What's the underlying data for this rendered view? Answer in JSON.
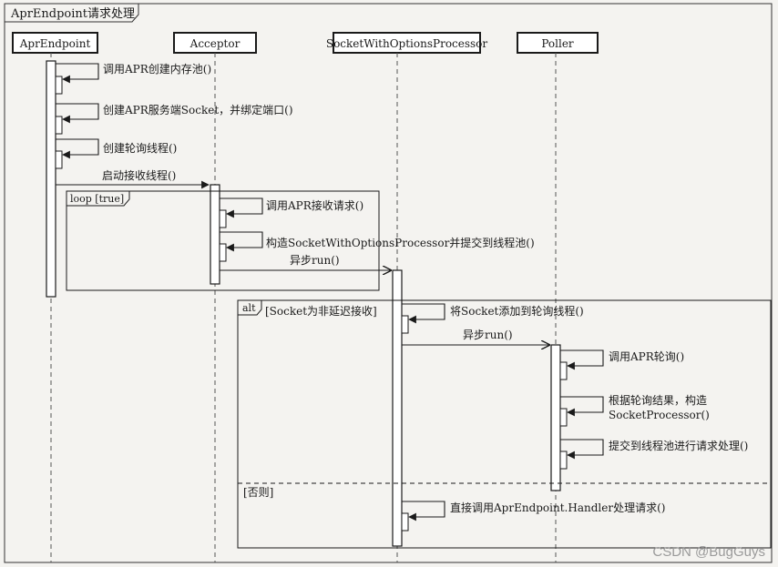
{
  "frame_title": "AprEndpoint请求处理",
  "lifelines": {
    "apr": "AprEndpoint",
    "acceptor": "Acceptor",
    "swop": "SocketWithOptionsProcessor",
    "poller": "Poller"
  },
  "messages": {
    "m1": "调用APR创建内存池()",
    "m2": "创建APR服务端Socket，并绑定端口()",
    "m3": "创建轮询线程()",
    "m4": "启动接收线程()",
    "m5": "调用APR接收请求()",
    "m6": "构造SocketWithOptionsProcessor并提交到线程池()",
    "m7": "异步run()",
    "m8": "将Socket添加到轮询线程()",
    "m9": "异步run()",
    "m10": "调用APR轮询()",
    "m11a": "根据轮询结果，构造",
    "m11b": "SocketProcessor()",
    "m12": "提交到线程池进行请求处理()",
    "m13": "直接调用AprEndpoint.Handler处理请求()"
  },
  "fragments": {
    "loop_label": "loop [true]",
    "alt_label": "alt",
    "alt_guard": "[Socket为非延迟接收]",
    "else_guard": "[否则]"
  },
  "watermark": "CSDN @BugGuys"
}
